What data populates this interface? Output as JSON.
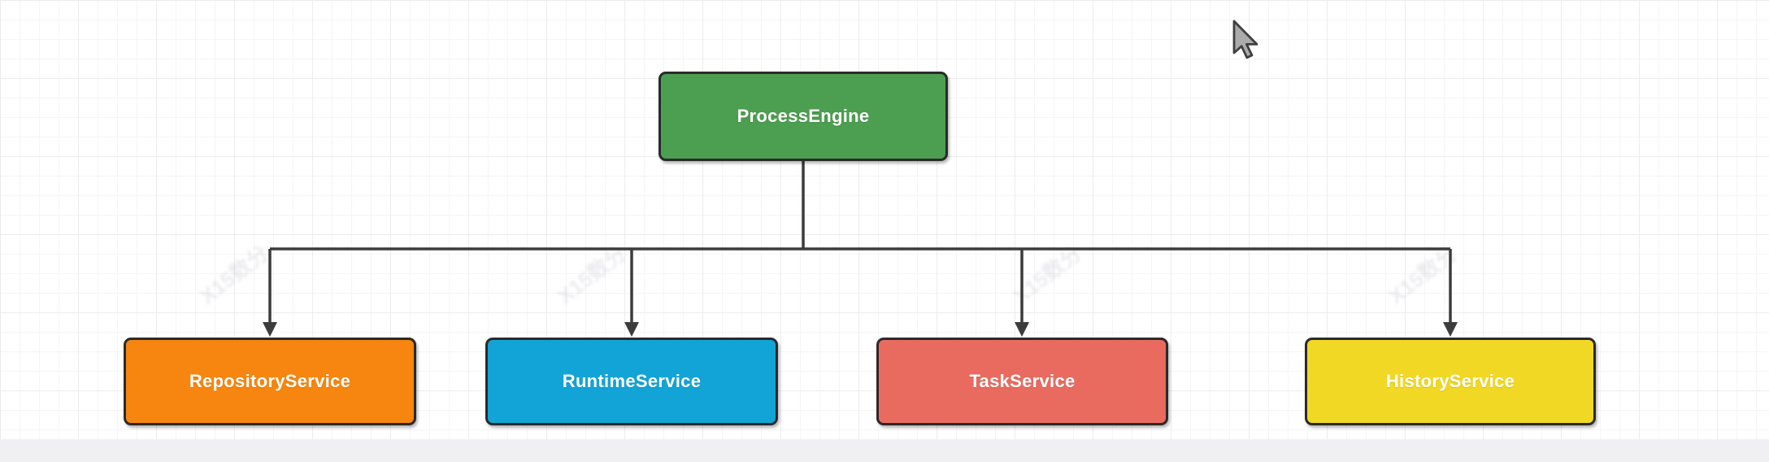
{
  "diagram": {
    "root": {
      "label": "ProcessEngine",
      "fill": "#4c9e50"
    },
    "children": [
      {
        "label": "RepositoryService",
        "fill": "#f6860f"
      },
      {
        "label": "RuntimeService",
        "fill": "#12a4d6"
      },
      {
        "label": "TaskService",
        "fill": "#e96b60"
      },
      {
        "label": "HistoryService",
        "fill": "#f1d824"
      }
    ],
    "text_color": "#ffffff",
    "node_border_color": "#2a2a2a",
    "connector_color": "#3c3c3c"
  },
  "canvas": {
    "background": "#ffffff",
    "grid_minor_color": "#f5f5f7",
    "grid_major_color": "#ececef",
    "bottom_bar_color": "#f0f0f2"
  },
  "watermark": {
    "text": "X15数分"
  },
  "cursor": {
    "type": "arrow-pointer"
  }
}
